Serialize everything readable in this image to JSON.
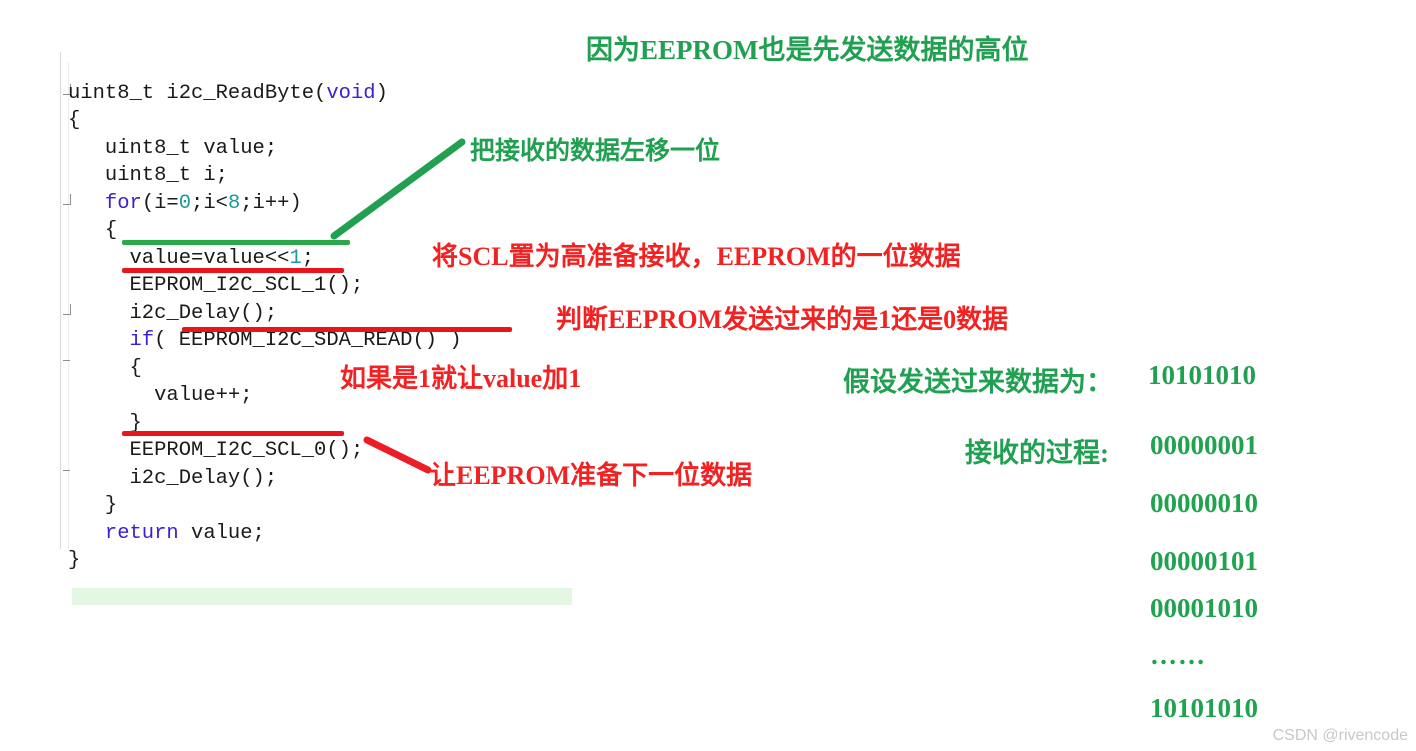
{
  "code": {
    "language": "c",
    "lines": [
      "uint8_t i2c_ReadByte(void)",
      "{",
      "   uint8_t value;",
      "   uint8_t i;",
      "   for(i=0;i<8;i++)",
      "   {",
      "     value=value<<1;",
      "     EEPROM_I2C_SCL_1();",
      "     i2c_Delay();",
      "     if( EEPROM_I2C_SDA_READ() )",
      "     {",
      "       value++;",
      "     }",
      "     EEPROM_I2C_SCL_0();",
      "     i2c_Delay();",
      "   }",
      "   return value;",
      "}"
    ]
  },
  "annotations": {
    "heading_green": "因为EEPROM也是先发送数据的高位",
    "shift_left_green": "把接收的数据左移一位",
    "scl_high_red": "将SCL置为高准备接收，EEPROM的一位数据",
    "judge_read_red": "判断EEPROM发送过来的是1还是0数据",
    "value_plus_red": "如果是1就让value加1",
    "next_bit_red": "让EEPROM准备下一位数据"
  },
  "right_panel": {
    "assume_label": "假设发送过来数据为：",
    "assume_value": "10101010",
    "process_label": "接收的过程:",
    "process_values": [
      "00000001",
      "00000010",
      "00000101",
      "00001010",
      "……",
      "10101010"
    ]
  },
  "watermark": "CSDN @rivencode",
  "colors": {
    "annotation_green": "#22a052",
    "annotation_red": "#f22222",
    "code_keyword": "#3b1ed6",
    "code_number": "#1a9a9a",
    "underline_green": "#2aa84a",
    "underline_red": "#e8161b",
    "highlight_line": "#e3f7e3",
    "watermark": "#c8c8c8"
  }
}
